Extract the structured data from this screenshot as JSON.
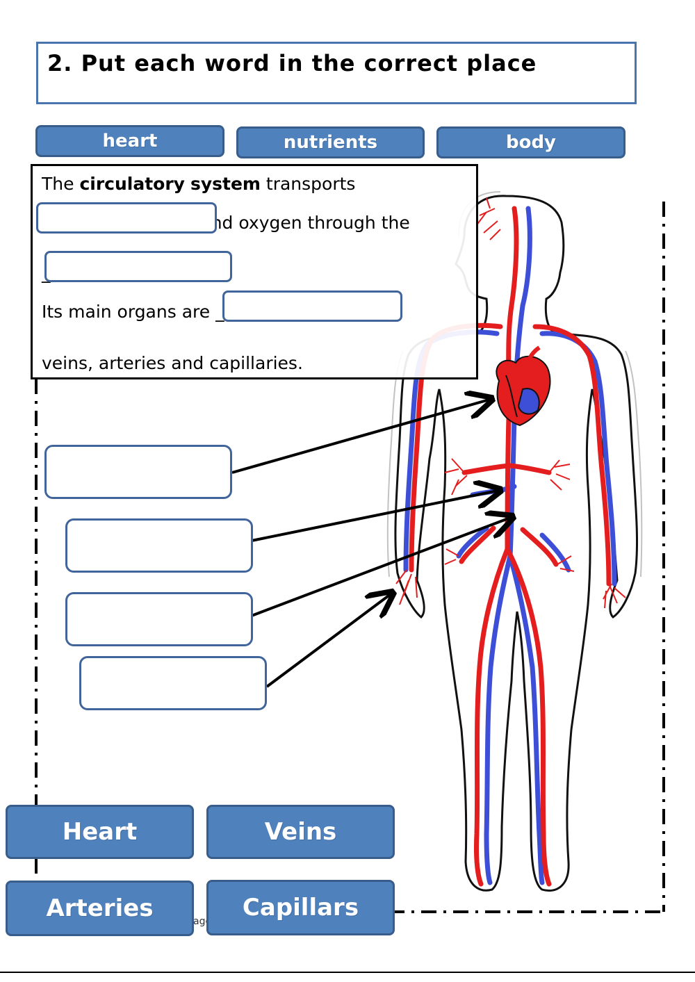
{
  "instruction": "2. Put each word in the correct place",
  "word_bank_top": [
    "heart",
    "nutrients",
    "body"
  ],
  "paragraph": {
    "line1_pre": "The ",
    "line1_bold1": "circulatory",
    "line1_bold2": "system",
    "line1_post": " transports",
    "line2": "_________________. and oxygen through the",
    "line3": "_",
    "line4": "Its main organs are _",
    "line5": "veins, arteries and capillaries."
  },
  "word_bank_bottom": [
    "Heart",
    "Veins",
    "Arteries",
    "Capillars"
  ],
  "footer_fragment": "age",
  "colors": {
    "chip_fill": "#4f81bd",
    "chip_border": "#385d8a",
    "artery": "#e41e1e",
    "vein": "#3d4fd6"
  }
}
